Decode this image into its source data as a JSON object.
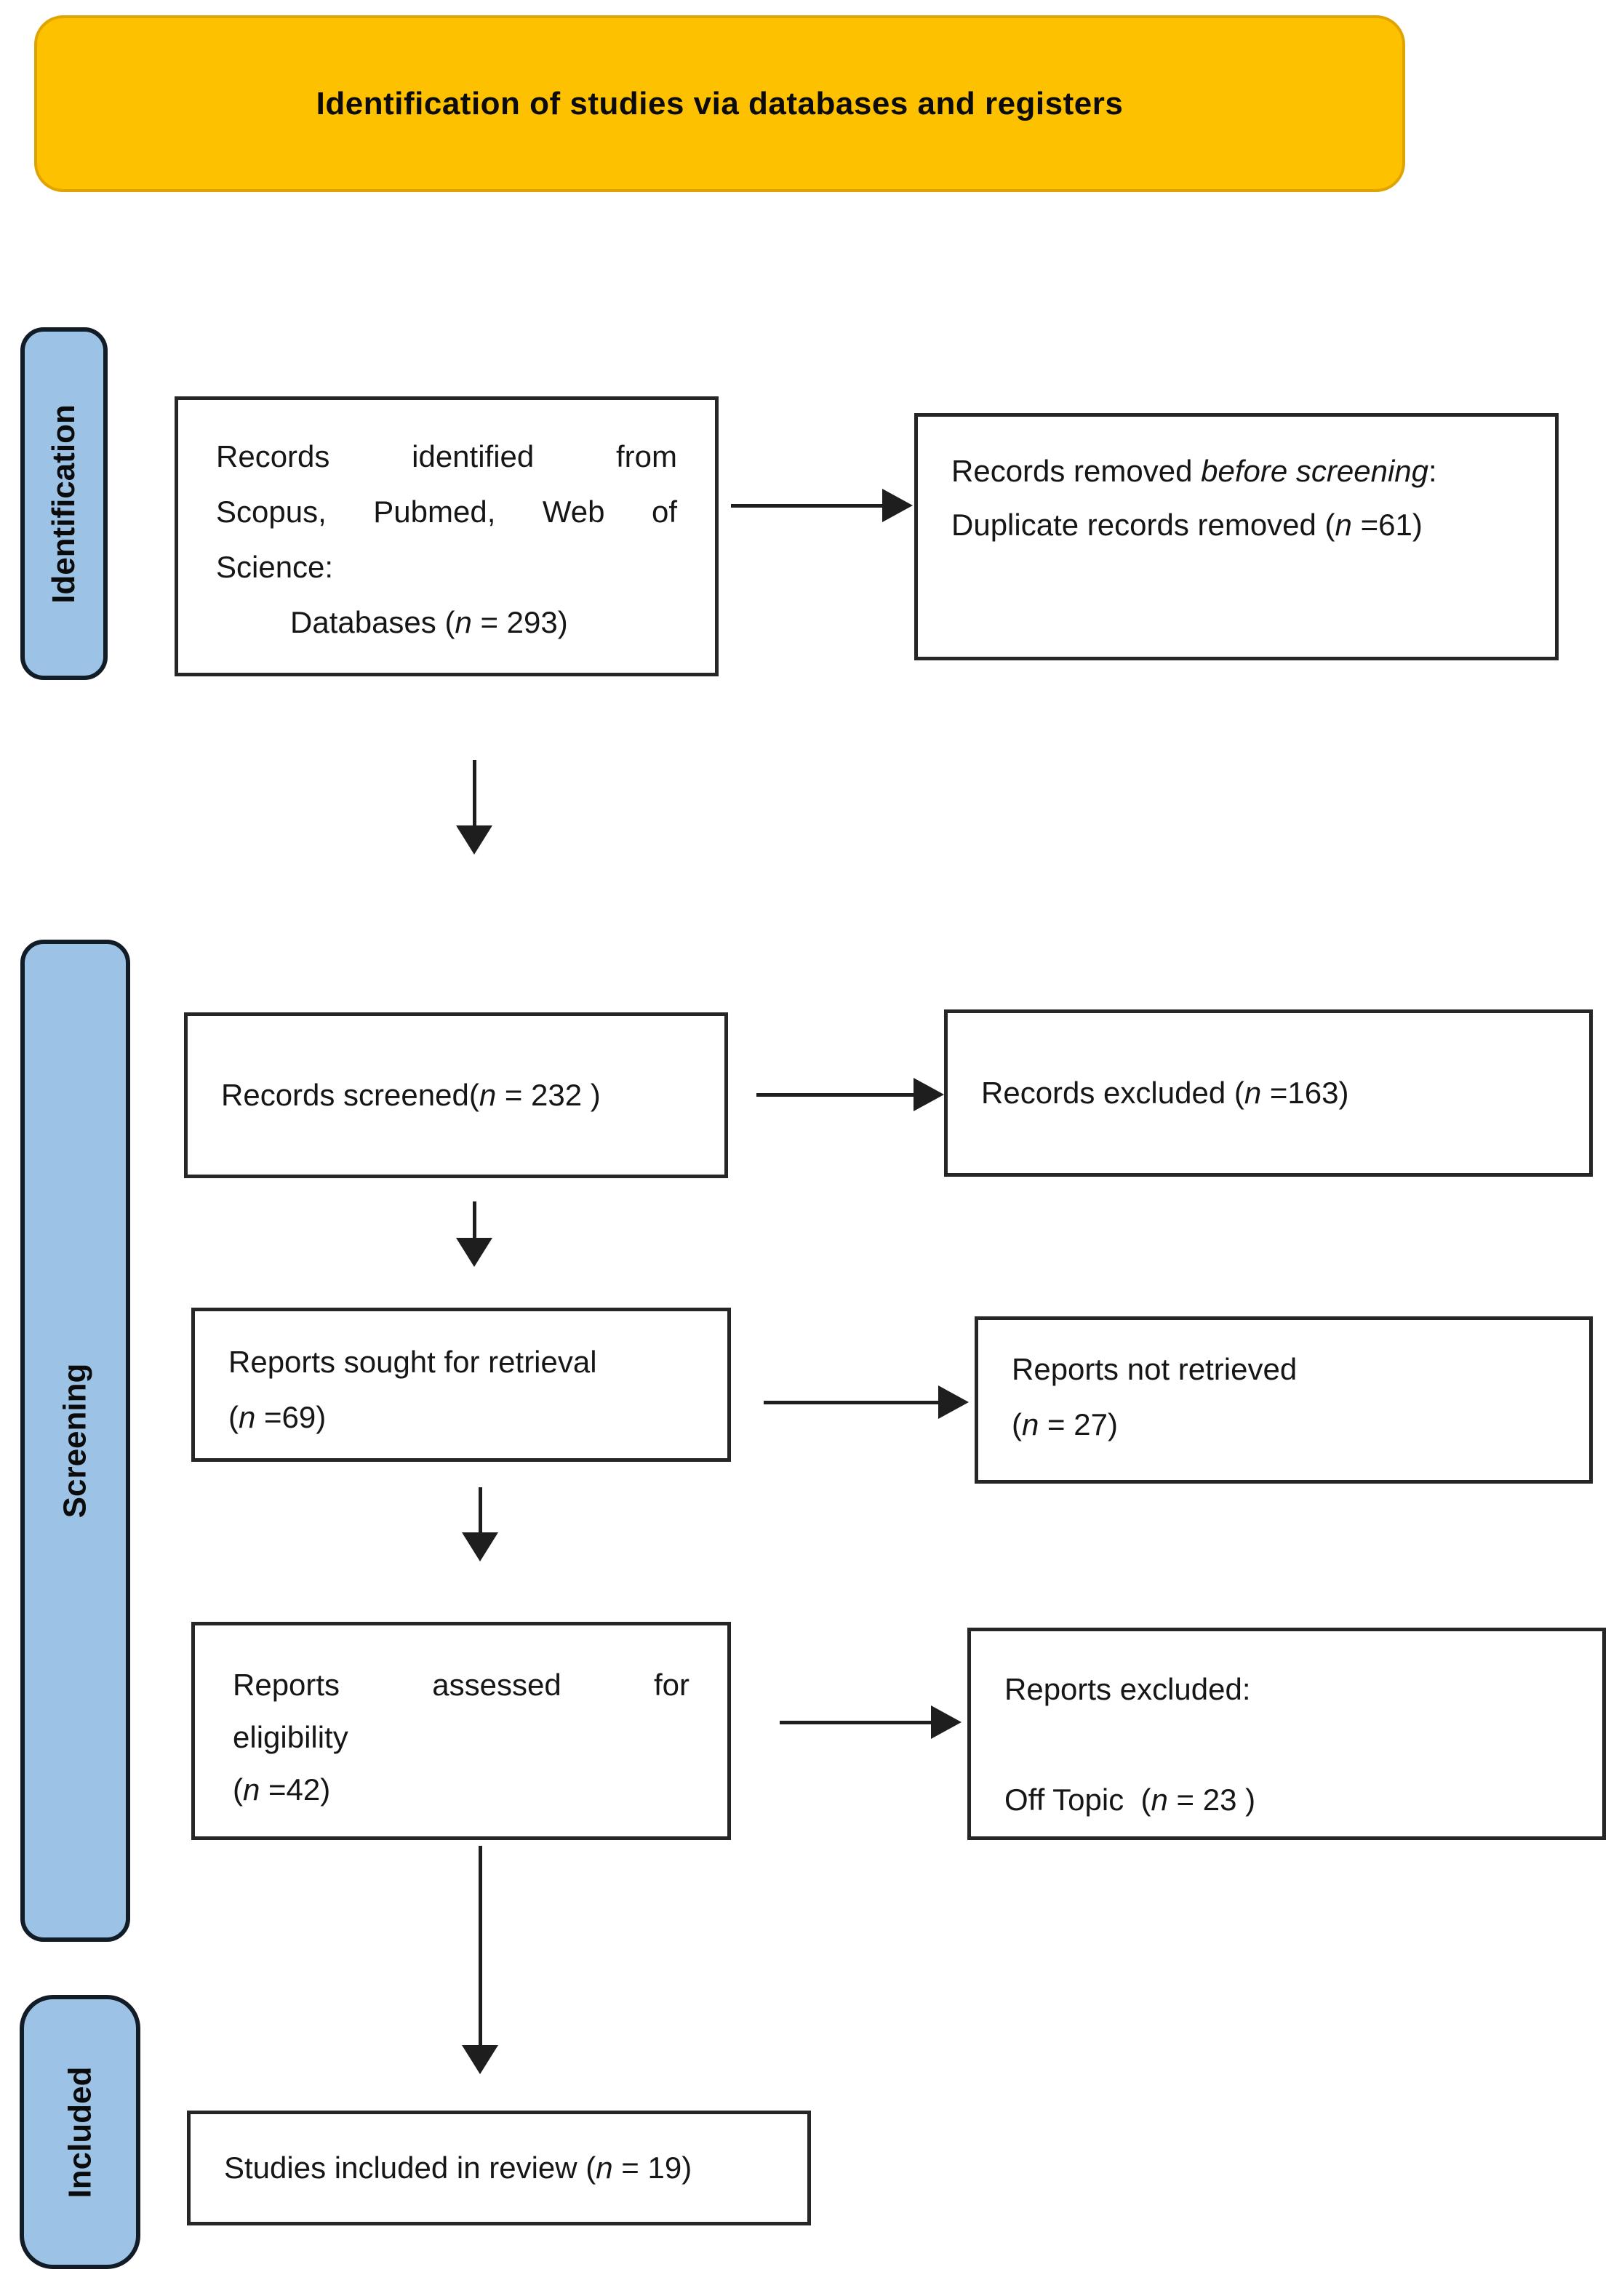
{
  "header": {
    "title": "Identification of studies via databases and registers"
  },
  "sidebar": {
    "identification": "Identification",
    "screening": "Screening",
    "included": "Included"
  },
  "boxes": {
    "records_identified": {
      "line1": "Records identified from",
      "line2": "Scopus, Pubmed, Web of",
      "line3": "Science:",
      "line4_pre": "Databases (",
      "line4_n": "n",
      "line4_post": " = 293)"
    },
    "records_removed": {
      "line1_pre": "Records removed ",
      "line1_italic": "before screening",
      "line1_post": ":",
      "line2_pre": "Duplicate records removed (",
      "line2_n": "n",
      "line2_post": " =61)"
    },
    "records_screened": {
      "pre": "Records screened(",
      "n": "n",
      "post": " = 232 )"
    },
    "records_excluded": {
      "pre": "Records excluded (",
      "n": "n",
      "post": " =163)"
    },
    "reports_sought": {
      "line1": "Reports sought for retrieval",
      "line2_pre": "(",
      "line2_n": "n",
      "line2_post": " =69)"
    },
    "reports_not_retrieved": {
      "line1": "Reports not retrieved",
      "line2_pre": "(",
      "line2_n": "n",
      "line2_post": " = 27)"
    },
    "reports_assessed": {
      "line1": "Reports assessed for",
      "line2": "eligibility",
      "line3_pre": "(",
      "line3_n": "n",
      "line3_post": " =42)"
    },
    "reports_excluded": {
      "line1": "Reports excluded:",
      "line2_pre": "Off Topic  (",
      "line2_n": "n",
      "line2_post": " = 23 )"
    },
    "studies_included": {
      "pre": "Studies included in review (",
      "n": "n",
      "post": " = 19)"
    }
  },
  "colors": {
    "banner_fill": "#FEC100",
    "banner_border": "#DFA400",
    "stage_fill": "#9CC3E6",
    "stage_border": "#121C26",
    "box_border": "#262626",
    "arrow": "#1E1E1E"
  }
}
